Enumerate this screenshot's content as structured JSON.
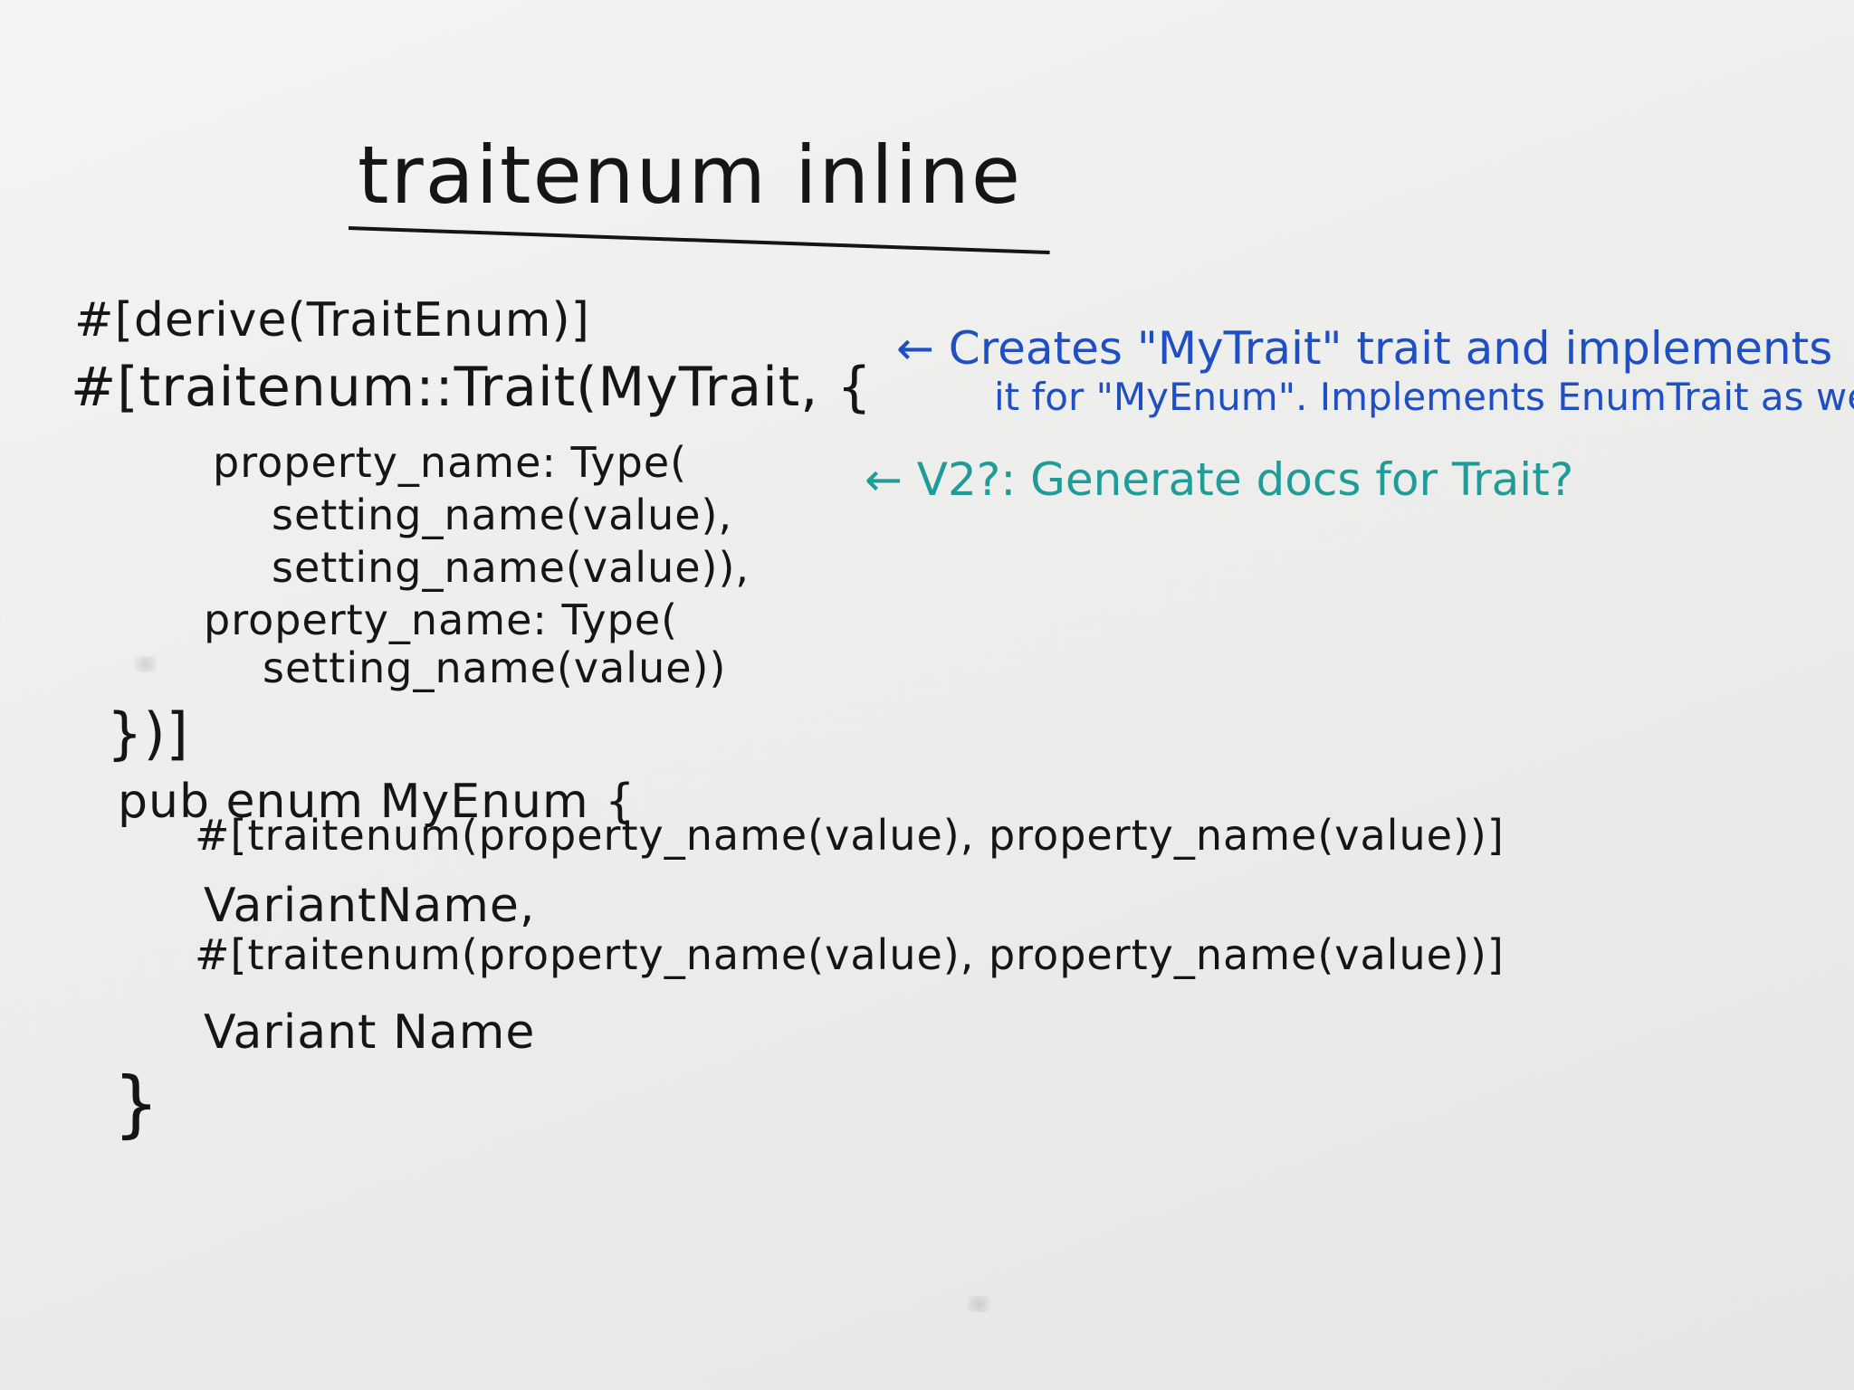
{
  "title": "traitenum inline",
  "code_lines": [
    "#[derive(TraitEnum)]",
    "#[traitenum::Trait(MyTrait, {",
    "property_name: Type(",
    "setting_name(value),",
    "setting_name(value)),",
    "property_name: Type(",
    "setting_name(value))",
    "})]",
    "pub enum MyEnum {",
    "#[traitenum(property_name(value), property_name(value))]",
    "VariantName,",
    "#[traitenum(property_name(value), property_name(value))]",
    "Variant Name",
    "}"
  ],
  "notes": {
    "line1": "← Creates \"MyTrait\" trait and implements",
    "line2": "it for \"MyEnum\". Implements EnumTrait as well.",
    "line3": "← V2?: Generate docs for Trait?"
  },
  "colors": {
    "ink_black": "#151515",
    "ink_blue": "#1f4fc4",
    "ink_teal": "#1f9c97",
    "board": "#f0f0ee"
  }
}
